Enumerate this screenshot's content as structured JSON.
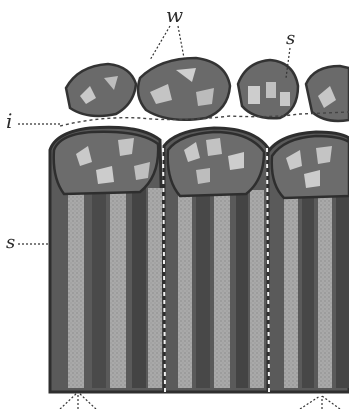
{
  "figure": {
    "labels": {
      "w": "w",
      "s_top": "s",
      "i": "i",
      "s_left": "s"
    },
    "colors": {
      "cell_wall": "#3b3b3b",
      "cell_fill": "#6e6e6e",
      "column_light": "#a8a8a8",
      "column_dark": "#4a4a4a",
      "nucleus": "#c9c9c9",
      "background": "#ffffff"
    }
  }
}
